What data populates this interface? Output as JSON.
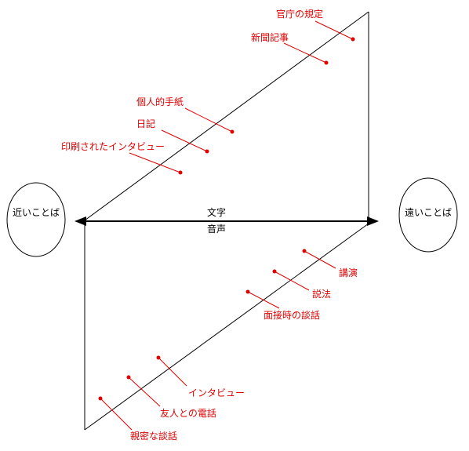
{
  "diagram": {
    "near_words_label": "近いことば",
    "far_words_label": "遠いことば",
    "written_label": "文字",
    "spoken_label": "音声",
    "colors": {
      "line": "#000000",
      "accent": "#e00000",
      "outline": "#000000"
    },
    "written_examples": [
      "官庁の規定",
      "新聞記事",
      "個人的手紙",
      "日記",
      "印刷されたインタビュー"
    ],
    "spoken_examples": [
      "講演",
      "説法",
      "面接時の談話",
      "インタビュー",
      "友人との電話",
      "親密な談話"
    ]
  }
}
